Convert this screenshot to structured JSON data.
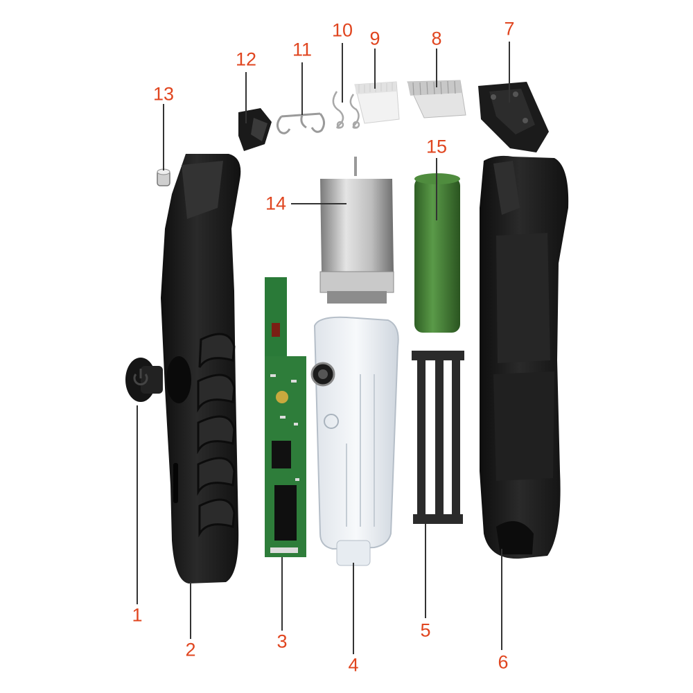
{
  "labels": {
    "n1": "1",
    "n2": "2",
    "n3": "3",
    "n4": "4",
    "n5": "5",
    "n6": "6",
    "n7": "7",
    "n8": "8",
    "n9": "9",
    "n10": "10",
    "n11": "11",
    "n12": "12",
    "n13": "13",
    "n14": "14",
    "n15": "15"
  },
  "colors": {
    "label": "#e0451f",
    "leader": "#333333",
    "housing": "#1c1c1c",
    "pcb": "#2e7d3a",
    "battery": "#3f7a32",
    "motor": "#b8b8b8"
  }
}
